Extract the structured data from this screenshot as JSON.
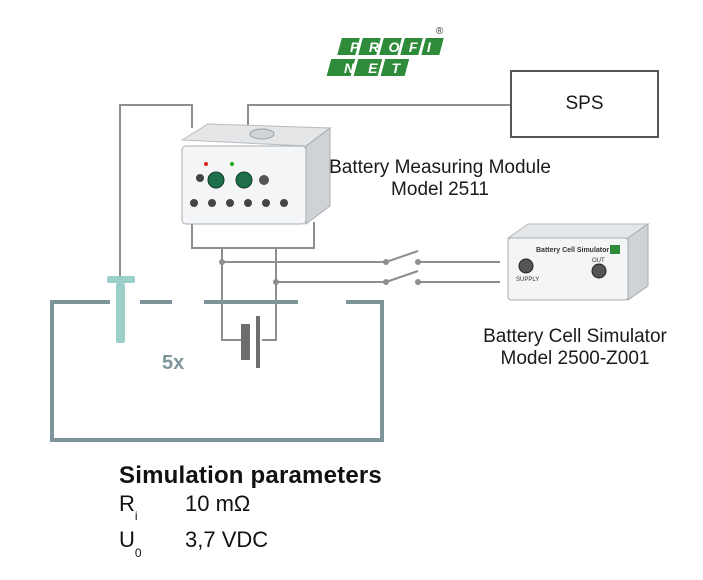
{
  "logo": {
    "line1": "PROFI",
    "line2": "NET",
    "mark": "®"
  },
  "sps": {
    "label": "SPS"
  },
  "measuring_module": {
    "name": "Battery Measuring Module",
    "model": "Model 2511"
  },
  "cell_simulator": {
    "name": "Battery Cell Simulator",
    "model": "Model 2500-Z001",
    "panel_title": "Battery Cell Simulator",
    "supply_label": "SUPPLY",
    "out_label": "OUT"
  },
  "count": "5x",
  "parameters": {
    "title": "Simulation parameters",
    "rows": [
      {
        "symbol": "R",
        "sub": "i",
        "value": "10 mΩ"
      },
      {
        "symbol": "U",
        "sub": "0",
        "value": "3,7 VDC"
      }
    ]
  },
  "colors": {
    "wire": "#8e8e8e",
    "tank": "#7d9599",
    "electrode": "#9ccfc8",
    "profinet_green": "#2e8b3a"
  }
}
